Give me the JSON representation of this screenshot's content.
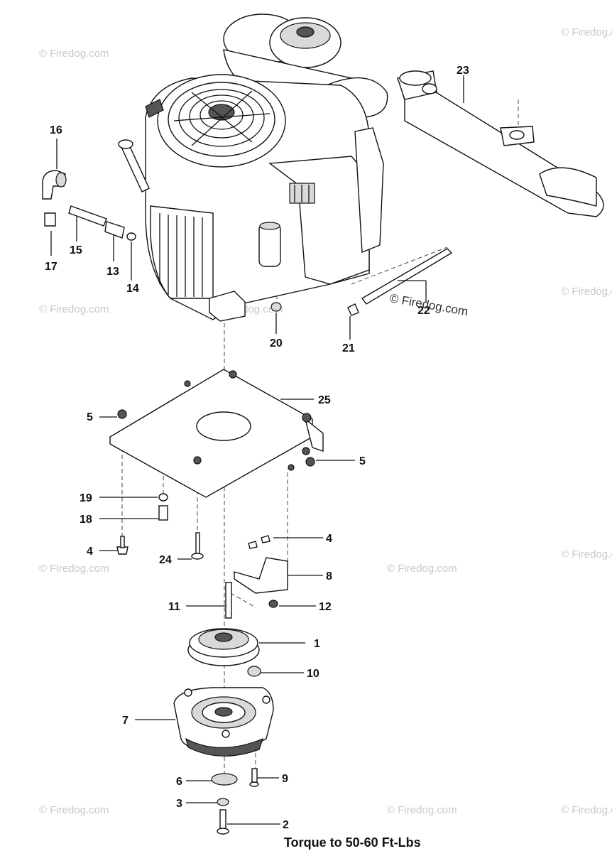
{
  "watermark": "© Firedog.com",
  "stamp": "© Firedog.com",
  "footer_note": "Torque to 50-60 Ft-Lbs",
  "callouts": [
    {
      "id": "c1",
      "label": "1"
    },
    {
      "id": "c2",
      "label": "2"
    },
    {
      "id": "c3",
      "label": "3"
    },
    {
      "id": "c4a",
      "label": "4"
    },
    {
      "id": "c4b",
      "label": "4"
    },
    {
      "id": "c5a",
      "label": "5"
    },
    {
      "id": "c5b",
      "label": "5"
    },
    {
      "id": "c6",
      "label": "6"
    },
    {
      "id": "c7",
      "label": "7"
    },
    {
      "id": "c8",
      "label": "8"
    },
    {
      "id": "c9",
      "label": "9"
    },
    {
      "id": "c10",
      "label": "10"
    },
    {
      "id": "c11",
      "label": "11"
    },
    {
      "id": "c12",
      "label": "12"
    },
    {
      "id": "c13",
      "label": "13"
    },
    {
      "id": "c14",
      "label": "14"
    },
    {
      "id": "c15",
      "label": "15"
    },
    {
      "id": "c16",
      "label": "16"
    },
    {
      "id": "c17",
      "label": "17"
    },
    {
      "id": "c18",
      "label": "18"
    },
    {
      "id": "c19",
      "label": "19"
    },
    {
      "id": "c20",
      "label": "20"
    },
    {
      "id": "c21",
      "label": "21"
    },
    {
      "id": "c22",
      "label": "22"
    },
    {
      "id": "c23",
      "label": "23"
    },
    {
      "id": "c24",
      "label": "24"
    },
    {
      "id": "c25",
      "label": "25"
    }
  ]
}
